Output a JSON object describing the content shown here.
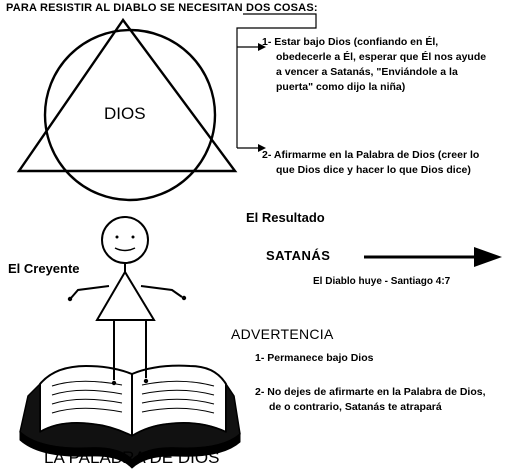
{
  "header": "PARA RESISTIR AL DIABLO SE NECESITAN DOS COSAS:",
  "center_label": "DIOS",
  "steps": [
    [
      "1- Estar bajo Dios (confiando en Él,",
      "obedecerle a Él, esperar que Él nos ayude",
      "a vencer a Satanás, \"Enviándole a la",
      "puerta\" como dijo la niña)"
    ],
    [
      "2- Afirmarme en la Palabra de Dios (creer lo",
      "que Dios dice y hacer lo que Dios dice)"
    ]
  ],
  "result": {
    "title": "El Resultado",
    "subject": "SATANÁS",
    "caption": "El Diablo huye - Santiago 4:7"
  },
  "believer_label": "El Creyente",
  "warning": {
    "title": "ADVERTENCIA",
    "items": [
      [
        "1- Permanece bajo Dios"
      ],
      [
        "2- No dejes de afirmarte en la Palabra de Dios,",
        "de o contrario, Satanás te atrapará"
      ]
    ]
  },
  "book_label": "LA PALABRA DE DIOS",
  "colors": {
    "ink": "#000000",
    "background": "#ffffff"
  }
}
